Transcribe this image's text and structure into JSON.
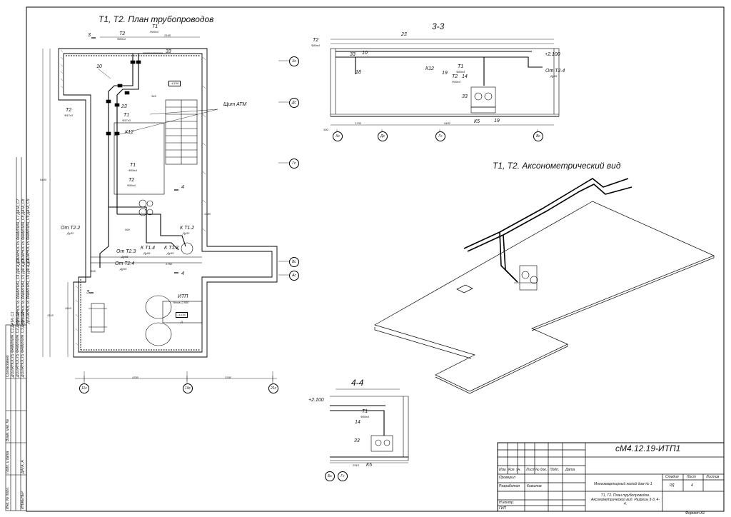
{
  "views": {
    "plan_title": "Т1, Т2. План трубопроводов",
    "section33_title": "3-3",
    "axon_title": "Т1, Т2. Аксонометрический вид",
    "section44_title": "4-4"
  },
  "plan_labels": {
    "t1_top": "Т1",
    "t1_top_d": "Ф89х4",
    "t2_top": "Т2",
    "t2_top_d": "Ф89х4",
    "n33": "33",
    "n10": "10",
    "n23": "23",
    "t2_left": "Т2",
    "t2_left_d": "Ф57х3",
    "t1_mid": "Т1",
    "t1_mid_d": "Ф57х3",
    "k12": "К12",
    "t1_low": "Т1",
    "t1_low_d": "Ф89х4",
    "t2_low": "Т2",
    "t2_low_d": "Ф89х4",
    "shchit": "Щит АТМ",
    "level1": "-4,100",
    "level2": "-4,100",
    "ot22": "От Т2.2",
    "ot22_d": "Ду32",
    "ot23": "От Т2.3",
    "ot23_d": "Ду65",
    "ot24": "От Т2.4",
    "ot24_d": "Ду65",
    "kt14": "К Т1.4",
    "kt14_d": "Ду65",
    "kt13": "К Т1.3",
    "kt13_d": "Ду65",
    "kt12": "К Т1.2",
    "kt12_d": "Ду32",
    "itp": "ИТП",
    "itp_h": "Нпом=2,550",
    "sec4a": "4",
    "sec4b": "4",
    "sec3a": "3",
    "sec3b": "3",
    "d_label": "Д"
  },
  "plan_axes": {
    "xc": "Хс",
    "dc": "Дс",
    "gc": "Гс",
    "vc": "Вс",
    "ac": "Ас",
    "a11": "11с",
    "a19": "19с",
    "a21": "21с"
  },
  "plan_dims": {
    "bottom1": "4700",
    "bottom2": "3300",
    "top1": "2165",
    "left1": "6400",
    "left2": "3115",
    "left3": "3410",
    "d1": "665",
    "d2": "1380",
    "d3": "2750",
    "d4": "345",
    "d5": "590"
  },
  "section33": {
    "t2": "Т2",
    "t2_d": "Ф89х4",
    "n23": "23",
    "n33": "33",
    "n10": "10",
    "n18": "18",
    "k12": "К12",
    "n19a": "19",
    "t1": "Т1",
    "t1_d": "Ф89х4",
    "t2b": "Т2",
    "n14": "14",
    "t2b_d": "Ф89х4",
    "level": "+2.100",
    "ot24": "От Т2.4",
    "ot24_d": "Ду65",
    "n33b": "33",
    "k5": "К5",
    "n19b": "19",
    "dim_total": "5452",
    "dim_a": "1700",
    "dim_b": "300",
    "ax_xc": "Хс",
    "ax_dc": "Дс",
    "ax_gc": "Гс",
    "ax_vc": "Вс"
  },
  "section44": {
    "level": "+2.100",
    "t1": "Т1",
    "t1_d": "Ф89х4",
    "n14": "14",
    "n33": "33",
    "k5": "К5",
    "ax_b": "Бс",
    "ax_g": "Гс",
    "dim": "2515"
  },
  "stamp": {
    "code": "сМ4.12.19-ИТП1",
    "object": "Многоквартирный жилой дом № 1",
    "sheet_title": "Т1, Т2. План трубопроводов. Аксонометрический вид. Разрезы 3-3, 4-4.",
    "stage_h": "Стадия",
    "sheet_h": "Лист",
    "sheets_h": "Листов",
    "stage": "РД",
    "sheet": "4",
    "sheets": "",
    "izm": "Изм.",
    "kol": "Кол. уч.",
    "list": "Лист",
    "ndok": "№ док.",
    "podp": "Подп.",
    "data": "Дата",
    "proveril": "Проверил",
    "razrabotal": "Разработал",
    "razrabotal_name": "Кившпов",
    "nkontr": "Н.контр.",
    "gip": "ГИП",
    "format": "Формат А2"
  },
  "side_stamp": {
    "soglasovano": "Согласовано",
    "r1": "ДОЛЖНОСТЬ ФАМИЛИЯ_С1 ДАТА_С1",
    "r2": "ДОЛЖНОСТЬ ФАМИЛИЯ_С2 ДАТА_С2",
    "r3": "ДОЛЖНОСТЬ ФАМИЛИЯ_С3 ДАТА_С3",
    "r4": "ДОЛЖНОСТЬ ФАМИЛИЯ_С4 ДАТА_С4",
    "r5": "ДОЛЖНОСТЬ ФАМИЛИЯ_С5 ДАТА_С5",
    "r6": "ДОЛЖНОСТЬ ФАМИЛИЯ_С6 ДАТА_С6",
    "r7": "ДОЛЖНОСТЬ ФАМИЛИЯ_С7 ДАТА_С7",
    "r8": "ДОЛЖНОСТЬ ФАМИЛИЯ_С8 ДАТА_С8",
    "r9": "ДОЛЖНОСТЬ ФАМИЛИЯ_С9 ДАТА_С9",
    "inv": "Инв. № подл.",
    "podp": "Подп. и дата",
    "vzam": "Взам. инв. №",
    "inzhener": "ИНЖЕНЕР",
    "data_a": "ДАТА_А"
  }
}
